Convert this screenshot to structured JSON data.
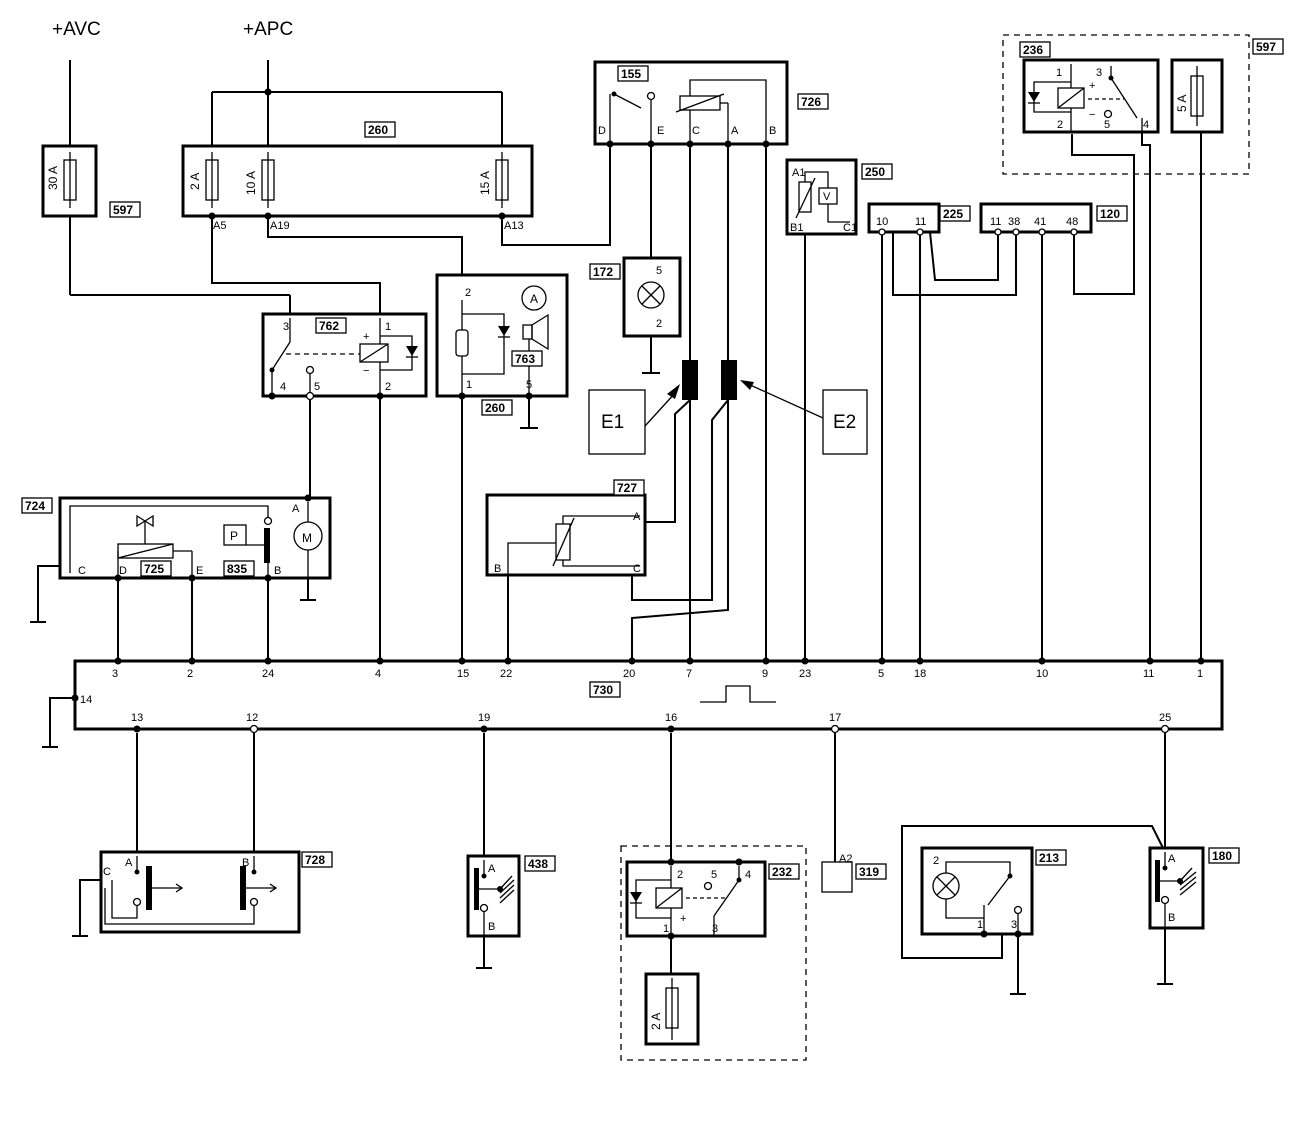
{
  "supplies": {
    "avc": "+AVC",
    "apc": "+APC"
  },
  "components": [
    {
      "id": "597a",
      "tag": "597"
    },
    {
      "id": "260a",
      "tag": "260"
    },
    {
      "id": "762",
      "tag": "762"
    },
    {
      "id": "260b",
      "tag": "260"
    },
    {
      "id": "763",
      "tag": "763"
    },
    {
      "id": "155",
      "tag": "155"
    },
    {
      "id": "726",
      "tag": "726"
    },
    {
      "id": "172",
      "tag": "172"
    },
    {
      "id": "250",
      "tag": "250"
    },
    {
      "id": "225",
      "tag": "225"
    },
    {
      "id": "120",
      "tag": "120"
    },
    {
      "id": "236",
      "tag": "236"
    },
    {
      "id": "597b",
      "tag": "597"
    },
    {
      "id": "724",
      "tag": "724"
    },
    {
      "id": "725",
      "tag": "725"
    },
    {
      "id": "835",
      "tag": "835"
    },
    {
      "id": "727",
      "tag": "727"
    },
    {
      "id": "730",
      "tag": "730"
    },
    {
      "id": "728",
      "tag": "728"
    },
    {
      "id": "438",
      "tag": "438"
    },
    {
      "id": "232",
      "tag": "232"
    },
    {
      "id": "319",
      "tag": "319"
    },
    {
      "id": "213",
      "tag": "213"
    },
    {
      "id": "180",
      "tag": "180"
    }
  ],
  "fuses": [
    {
      "id": "f30",
      "rating": "30 A"
    },
    {
      "id": "f2",
      "rating": "2 A"
    },
    {
      "id": "f10",
      "rating": "10 A"
    },
    {
      "id": "f15",
      "rating": "15 A"
    },
    {
      "id": "f5",
      "rating": "5 A"
    },
    {
      "id": "f2b",
      "rating": "2 A"
    }
  ],
  "sensors": {
    "e1": "E1",
    "e2": "E2"
  },
  "ecu_top_pins": [
    "3",
    "2",
    "24",
    "4",
    "15",
    "22",
    "20",
    "7",
    "9",
    "23",
    "5",
    "18",
    "10",
    "11",
    "1"
  ],
  "ecu_bottom_pins": [
    "14",
    "13",
    "12",
    "19",
    "16",
    "17",
    "25"
  ],
  "pin_labels": {
    "box260_a5": "A5",
    "box260_a19": "A19",
    "box260_a13": "A13",
    "r762": [
      "3",
      "1",
      "4",
      "5",
      "2"
    ],
    "buzzer": [
      "2",
      "1",
      "5"
    ],
    "c726": [
      "D",
      "E",
      "C",
      "A",
      "B"
    ],
    "lamp172": [
      "5",
      "2"
    ],
    "c250": [
      "A1",
      "B1",
      "C1"
    ],
    "c225": [
      "10",
      "11"
    ],
    "c120": [
      "11",
      "38",
      "41",
      "48"
    ],
    "r236": [
      "1",
      "3",
      "2",
      "5",
      "4"
    ],
    "c724": [
      "C",
      "D",
      "E",
      "B",
      "A"
    ],
    "c727": [
      "A",
      "B",
      "C"
    ],
    "c728": [
      "C",
      "A",
      "B"
    ],
    "c438": [
      "A",
      "B"
    ],
    "r232": [
      "2",
      "5",
      "4",
      "1",
      "3"
    ],
    "c319": "A2",
    "c213": [
      "2",
      "1",
      "3"
    ],
    "c180": [
      "A",
      "B"
    ],
    "p_box": "P",
    "m_label": "M",
    "a_label": "A",
    "v_label": "V"
  }
}
